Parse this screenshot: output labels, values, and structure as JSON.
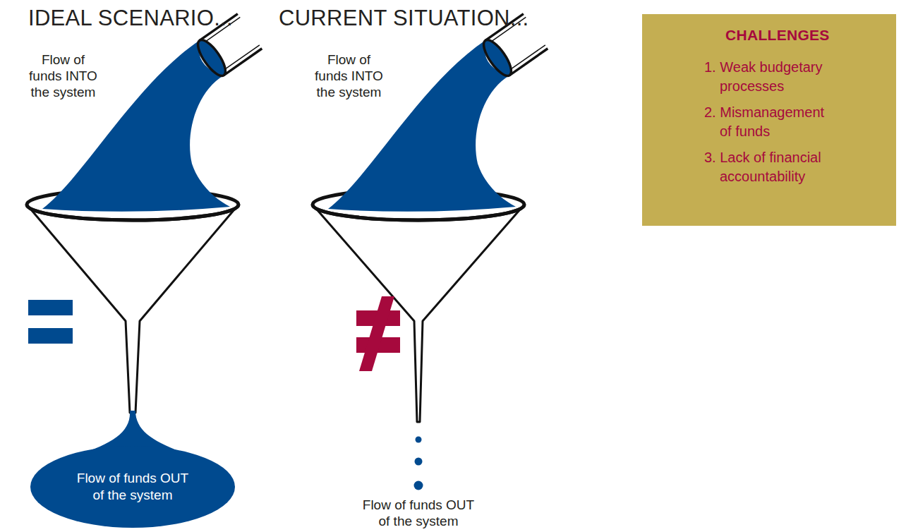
{
  "diagram": {
    "nodes": [
      {
        "text": [
          "CHALLENGES",
          "1. Weak budgetary processes",
          "2. Mismanagement of funds",
          "3. Lack of financial accountability"
        ]
      },
      {
        "text": [
          "Flow of funds OUT of the system"
        ]
      }
    ],
    "labels": [
      "IDEAL SCENARIO...",
      "CURRENT SITUATION...",
      "Flow of funds INTO the system",
      "Flow of funds INTO the system",
      "Flow of funds OUT of the system"
    ]
  }
}
